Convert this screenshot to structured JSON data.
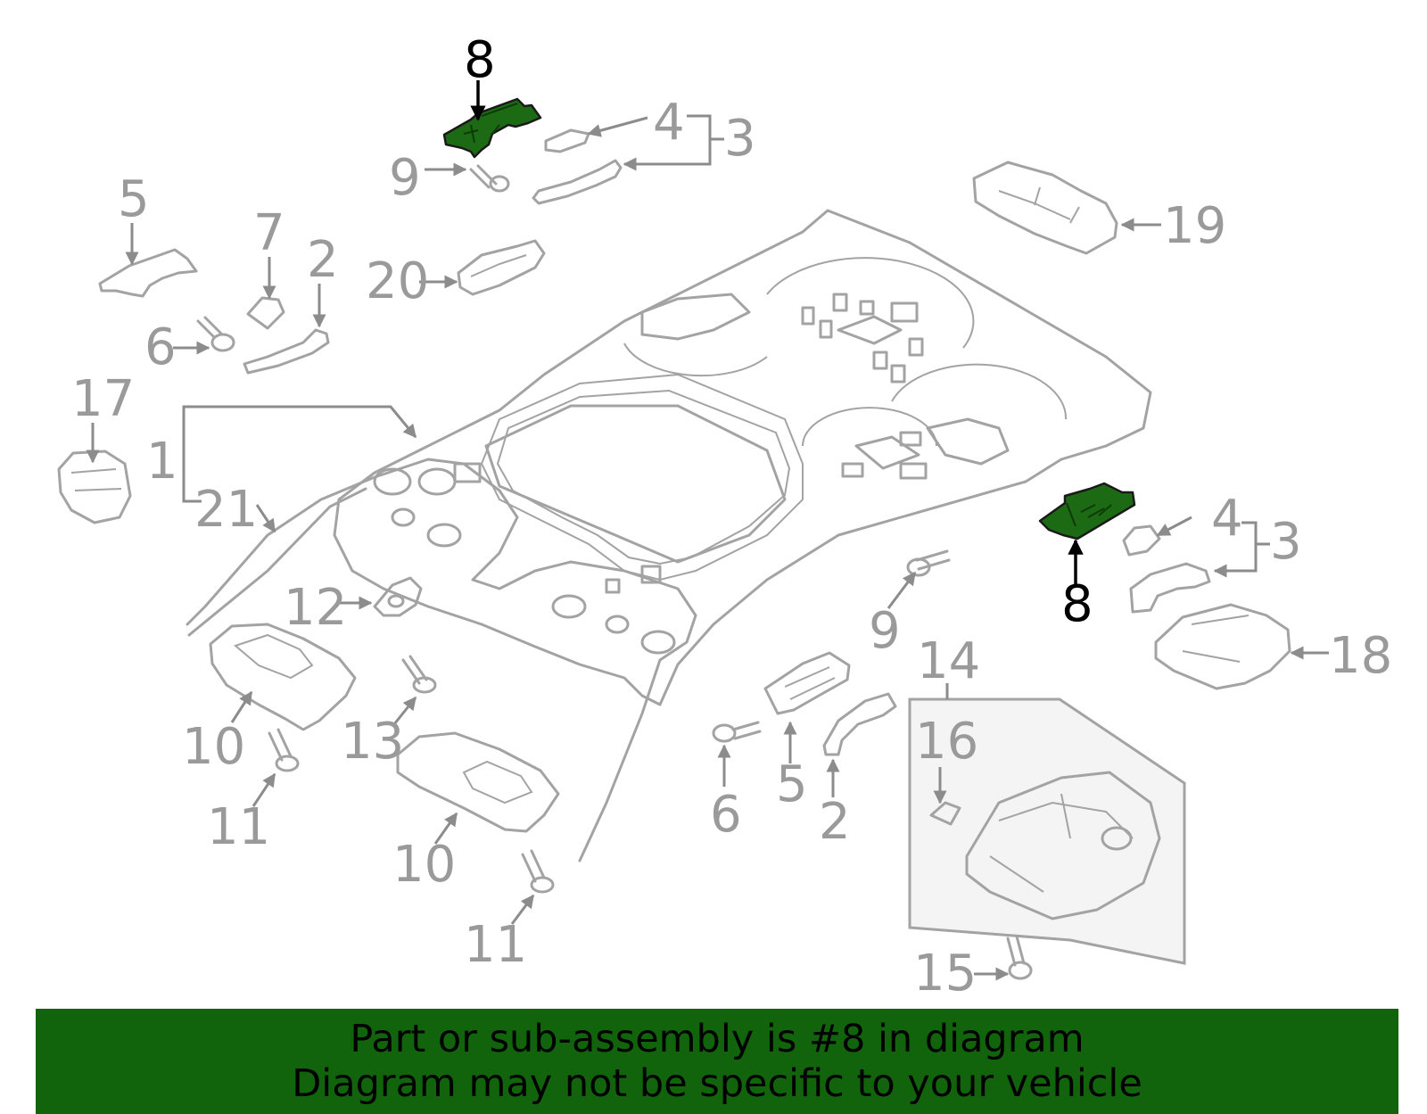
{
  "colors": {
    "highlight": "#1c6b14",
    "banner_bg": "#11640b",
    "part_outline": "#a3a3a3",
    "callout_text": "#9a9a9a",
    "highlight_text": "#000000"
  },
  "callouts": [
    {
      "key": "c8a",
      "label": "8",
      "highlighted": true
    },
    {
      "key": "c4a",
      "label": "4"
    },
    {
      "key": "c3a",
      "label": "3"
    },
    {
      "key": "c9a",
      "label": "9"
    },
    {
      "key": "c5a",
      "label": "5"
    },
    {
      "key": "c7",
      "label": "7"
    },
    {
      "key": "c2a",
      "label": "2"
    },
    {
      "key": "c20",
      "label": "20"
    },
    {
      "key": "c6a",
      "label": "6"
    },
    {
      "key": "c19",
      "label": "19"
    },
    {
      "key": "c17",
      "label": "17"
    },
    {
      "key": "c1",
      "label": "1"
    },
    {
      "key": "c21",
      "label": "21"
    },
    {
      "key": "c4b",
      "label": "4"
    },
    {
      "key": "c3b",
      "label": "3"
    },
    {
      "key": "c8b",
      "label": "8",
      "highlighted": true
    },
    {
      "key": "c12",
      "label": "12"
    },
    {
      "key": "c9b",
      "label": "9"
    },
    {
      "key": "c18",
      "label": "18"
    },
    {
      "key": "c14",
      "label": "14"
    },
    {
      "key": "c10a",
      "label": "10"
    },
    {
      "key": "c13",
      "label": "13"
    },
    {
      "key": "c16",
      "label": "16"
    },
    {
      "key": "c5b",
      "label": "5"
    },
    {
      "key": "c11a",
      "label": "11"
    },
    {
      "key": "c6b",
      "label": "6"
    },
    {
      "key": "c2b",
      "label": "2"
    },
    {
      "key": "c10b",
      "label": "10"
    },
    {
      "key": "c11b",
      "label": "11"
    },
    {
      "key": "c15",
      "label": "15"
    }
  ],
  "banner": {
    "line1": "Part or sub-assembly is #8 in diagram",
    "line2": "Diagram may not be specific to your vehicle"
  }
}
